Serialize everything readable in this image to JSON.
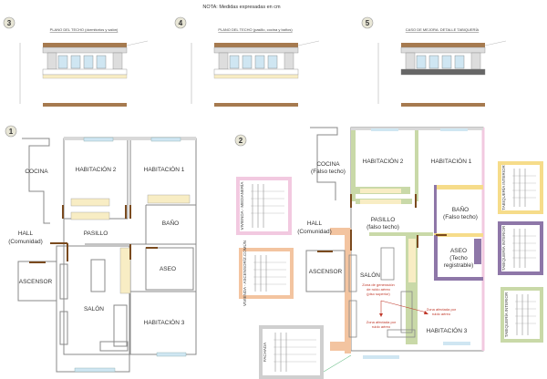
{
  "note": "NOTA: Medidas expresadas en cm",
  "details": [
    {
      "number": "3",
      "title": "PLANO DEL TECHO (dormitorios y salón)"
    },
    {
      "number": "4",
      "title": "PLANO DEL TECHO (pasillo, cocina y baños)"
    },
    {
      "number": "5",
      "title": "CASO DE MEJORA: DETALLE TABIQUERÍA"
    }
  ],
  "plan1": {
    "number": "1",
    "rooms": {
      "cocina": "COCINA",
      "hab2": "HABITACIÓN 2",
      "hab1": "HABITACIÓN 1",
      "bano": "BAÑO",
      "hall": "HALL",
      "hall_sub": "(Comunidad)",
      "pasillo": "PASILLO",
      "aseo": "ASEO",
      "ascensor": "ASCENSOR",
      "salon": "SALÓN",
      "hab3": "HABITACIÓN 3"
    }
  },
  "plan2": {
    "number": "2",
    "rooms": {
      "cocina": "COCINA",
      "cocina_sub": "(Falso techo)",
      "hab2": "HABITACIÓN 2",
      "hab1": "HABITACIÓN 1",
      "bano": "BAÑO",
      "bano_sub": "(Falso techo)",
      "hall": "HALL",
      "hall_sub": "(Comunidad)",
      "pasillo": "PASILLO",
      "pasillo_sub": "(falso techo)",
      "aseo": "ASEO",
      "aseo_sub1": "(Techo",
      "aseo_sub2": "registrable)",
      "ascensor": "ASCENSOR",
      "salon": "SALÓN",
      "hab3": "HABITACIÓN 3"
    },
    "annotations": {
      "gen1": "Zona de generación",
      "gen2": "de ruido aéreo",
      "gen3": "(piso superior)",
      "aff1": "Zona afectada por",
      "aff2": "ruido aéreo"
    }
  },
  "insets": {
    "pink": "VIVIENDA - MEDIANERÍA",
    "orange": "VIVIENDA - ASCENSOR/Z.COMÚN",
    "gray": "FACHADA",
    "yellow": "TABIQUERÍA INTERIOR",
    "purple": "TABIQUERÍA INTERIOR",
    "green": "TABIQUERÍA INTERIOR"
  },
  "colors": {
    "wall": "#d9d9d9",
    "window": "#cfe6f2",
    "closet": "#f8edc4",
    "door": "#7a4a1e",
    "pink": "#f2c9e0",
    "orange": "#f3c4a0",
    "green": "#c9d9a8",
    "purple": "#8e77a8",
    "yellow": "#f6dc8a",
    "wood": "#a67a4f"
  }
}
